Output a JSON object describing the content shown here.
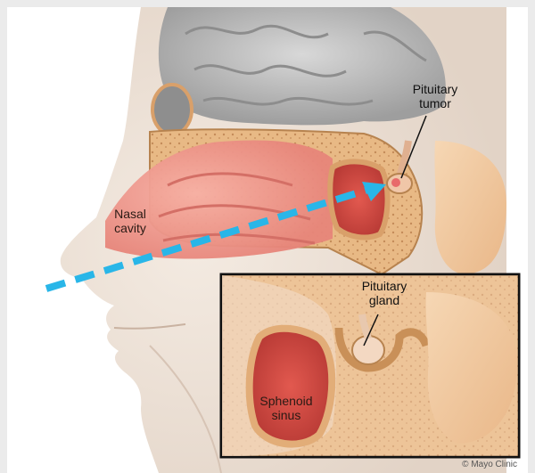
{
  "labels": {
    "pituitary_tumor": "Pituitary\ntumor",
    "nasal_cavity": "Nasal\ncavity",
    "pituitary_gland": "Pituitary\ngland",
    "sphenoid_sinus": "Sphenoid\nsinus"
  },
  "credit": "© Mayo Clinic",
  "colors": {
    "page_background": "#ebebeb",
    "panel_background": "#ffffff",
    "arrow": "#29b6e8",
    "nasal_pink": "#f29a8e",
    "bone": "#d9a06a",
    "brain_gray": "#bdbdbd",
    "skin": "#efe3d8",
    "inset_border": "#111111"
  },
  "icons": {
    "arrow": "dashed-arrow-icon"
  }
}
